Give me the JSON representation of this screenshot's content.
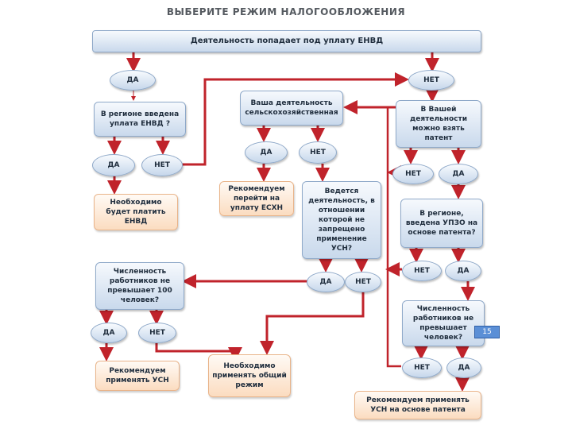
{
  "title": "ВЫБЕРИТЕ РЕЖИМ НАЛОГООБЛОЖЕНИЯ",
  "page_number": "15",
  "colors": {
    "arrow": "#c0232b",
    "question_fill": "#dbe6f3",
    "result_fill": "#fde6d3"
  },
  "nodes": {
    "q_envd": "Деятельность попадает под уплату ЕНВД",
    "yes_1": "ДА",
    "no_1": "НЕТ",
    "q_region_envd": "В регионе введена уплата ЕНВД ?",
    "yes_2": "ДА",
    "no_2": "НЕТ",
    "r_envd": "Необходимо будет платить ЕНВД",
    "q_agri": "Ваша деятельность сельскохозяйственная",
    "yes_3": "ДА",
    "no_3": "НЕТ",
    "r_eshn": "Рекомендуем перейти на уплату ЕСХН",
    "q_patent_possible": "В Вашей деятельности можно взять патент",
    "no_4": "НЕТ",
    "yes_4": "ДА",
    "q_usn_allowed": "Ведется деятельность, в отношении которой не запрещено применение УСН?",
    "yes_5": "ДА",
    "no_5": "НЕТ",
    "q_region_patent": "В регионе, введена УПЗО на основе патента?",
    "no_6": "НЕТ",
    "yes_6": "ДА",
    "q_staff_100": "Численность работников не превышает 100 человек?",
    "yes_7": "ДА",
    "no_7": "НЕТ",
    "r_usn": "Рекомендуем применять УСН",
    "r_general": "Необходимо применять общий режим",
    "q_staff_patent": "Численность работников не превышает человек?",
    "no_8": "НЕТ",
    "yes_8": "ДА",
    "r_usn_patent": "Рекомендуем применять УСН на основе патента"
  }
}
